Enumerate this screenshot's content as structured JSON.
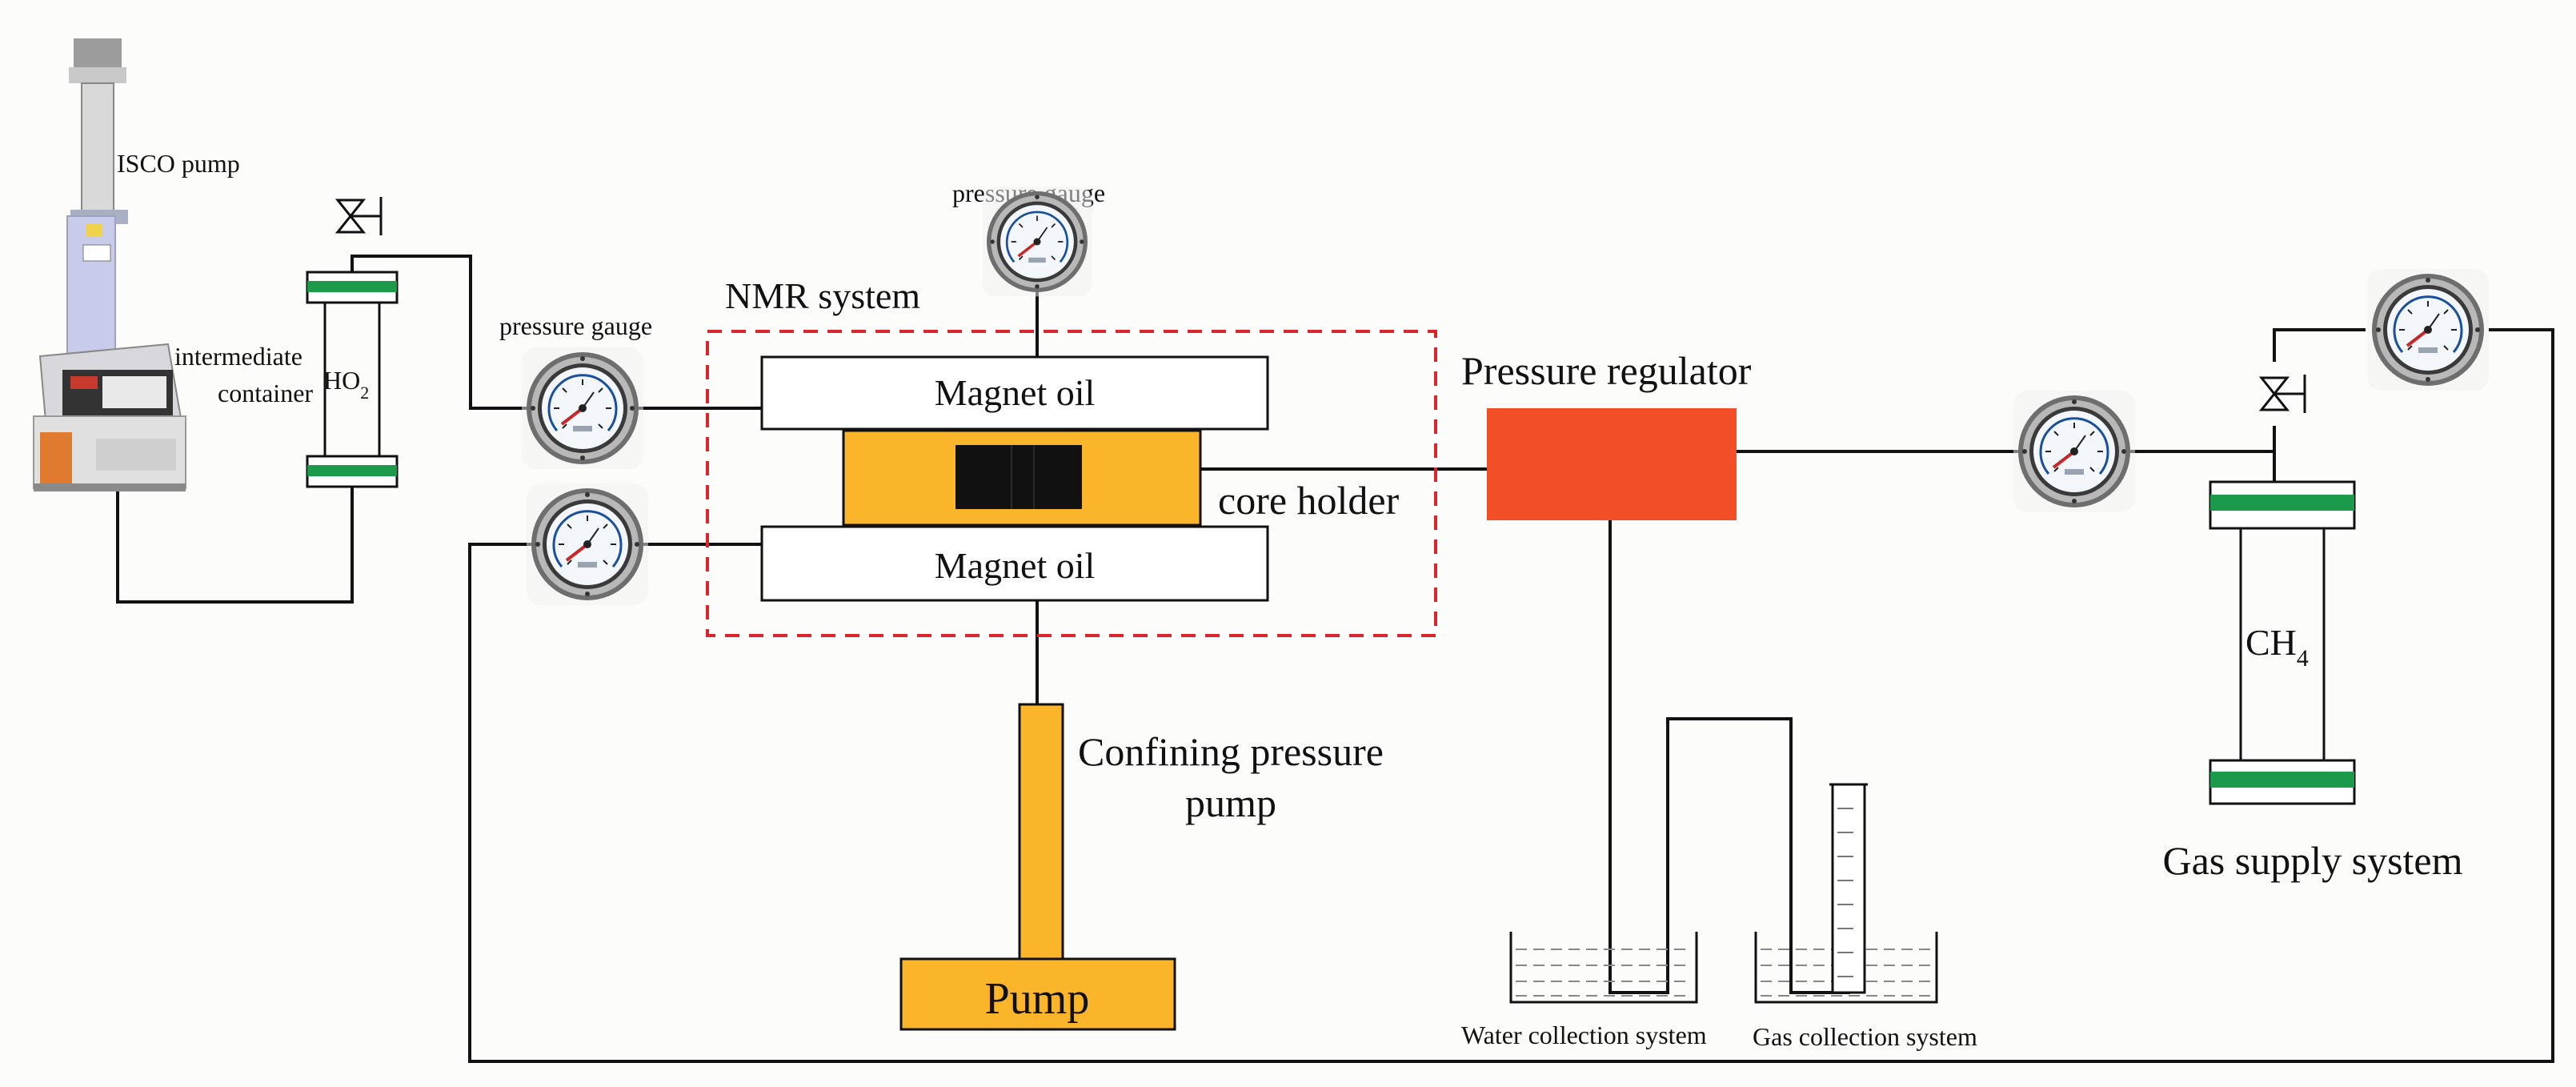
{
  "labels": {
    "isco_pump": "ISCO pump",
    "intermediate_container_line1": "intermediate",
    "intermediate_container_line2": "container",
    "ho2_main": "HO",
    "ho2_sub": "2",
    "pressure_gauge_left": "pressure gauge",
    "pressure_gauge_top": "pressure gauge",
    "nmr_system": "NMR system",
    "magnet_oil_top": "Magnet oil",
    "magnet_oil_bottom": "Magnet oil",
    "core_holder": "core holder",
    "pressure_regulator": "Pressure regulator",
    "confining_pump_line1": "Confining pressure",
    "confining_pump_line2": "pump",
    "pump": "Pump",
    "ch4_main": "CH",
    "ch4_sub": "4",
    "gas_supply_system": "Gas supply system",
    "water_collection_system": "Water collection system",
    "gas_collection_system": "Gas collection system"
  },
  "colors": {
    "line": "#111111",
    "nmr_dashed_box": "#d9262c",
    "core_holder_fill": "#fbb52a",
    "core_sample": "#111111",
    "pump_fill": "#fbb52a",
    "regulator_fill": "#f24e27",
    "container_band": "#1a9a4a",
    "gauge_bezel": "#8c8c8c",
    "gauge_face": "#f2f6fb"
  },
  "icons": {
    "gauge": "pressure-gauge-icon",
    "valve": "needle-valve-icon",
    "isco": "isco-pump-icon",
    "cylinder": "graduated-cylinder-icon",
    "beaker": "beaker-icon"
  }
}
